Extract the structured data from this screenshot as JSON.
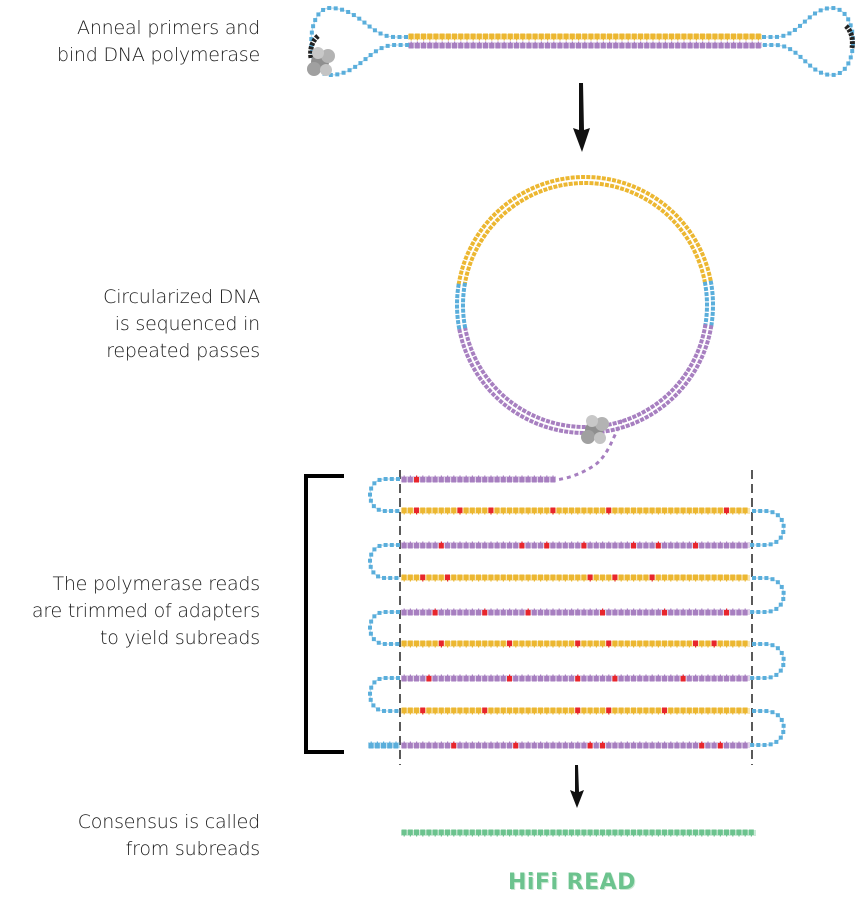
{
  "steps": [
    {
      "id": "anneal",
      "lines": [
        "Anneal primers and",
        "bind DNA polymerase"
      ]
    },
    {
      "id": "circularized",
      "lines": [
        "Circularized DNA",
        "is sequenced in",
        "repeated passes"
      ]
    },
    {
      "id": "subreads",
      "lines": [
        "The polymerase reads",
        "are trimmed of adapters",
        "to yield subreads"
      ]
    },
    {
      "id": "consensus",
      "lines": [
        "Consensus is called",
        "from subreads"
      ]
    }
  ],
  "result_label": "HiFi READ",
  "colors": {
    "adapter": "#5aaedb",
    "forward_strand": "#ecb731",
    "reverse_strand": "#a77fc0",
    "error": "#e8262c",
    "consensus": "#6cc38e",
    "primer": "#222222",
    "polymerase": "#9a9a9a",
    "arrow": "#111111"
  },
  "subreads": {
    "passes": [
      {
        "strand": "reverse",
        "errors": [
          0.08
        ],
        "partial": true
      },
      {
        "strand": "forward",
        "errors": [
          0.04,
          0.16,
          0.26,
          0.44,
          0.6,
          0.95
        ]
      },
      {
        "strand": "reverse",
        "errors": [
          0.1,
          0.34,
          0.41,
          0.53,
          0.67,
          0.75,
          0.85
        ]
      },
      {
        "strand": "forward",
        "errors": [
          0.05,
          0.13,
          0.54,
          0.62,
          0.72
        ]
      },
      {
        "strand": "reverse",
        "errors": [
          0.09,
          0.23,
          0.36,
          0.59,
          0.76,
          0.94
        ]
      },
      {
        "strand": "forward",
        "errors": [
          0.11,
          0.3,
          0.5,
          0.6,
          0.85,
          0.9
        ]
      },
      {
        "strand": "reverse",
        "errors": [
          0.08,
          0.3,
          0.5,
          0.62,
          0.81
        ]
      },
      {
        "strand": "forward",
        "errors": [
          0.06,
          0.24,
          0.51,
          0.6,
          0.77
        ]
      },
      {
        "strand": "reverse",
        "errors": [
          0.14,
          0.33,
          0.55,
          0.58,
          0.88,
          0.92
        ]
      }
    ]
  }
}
